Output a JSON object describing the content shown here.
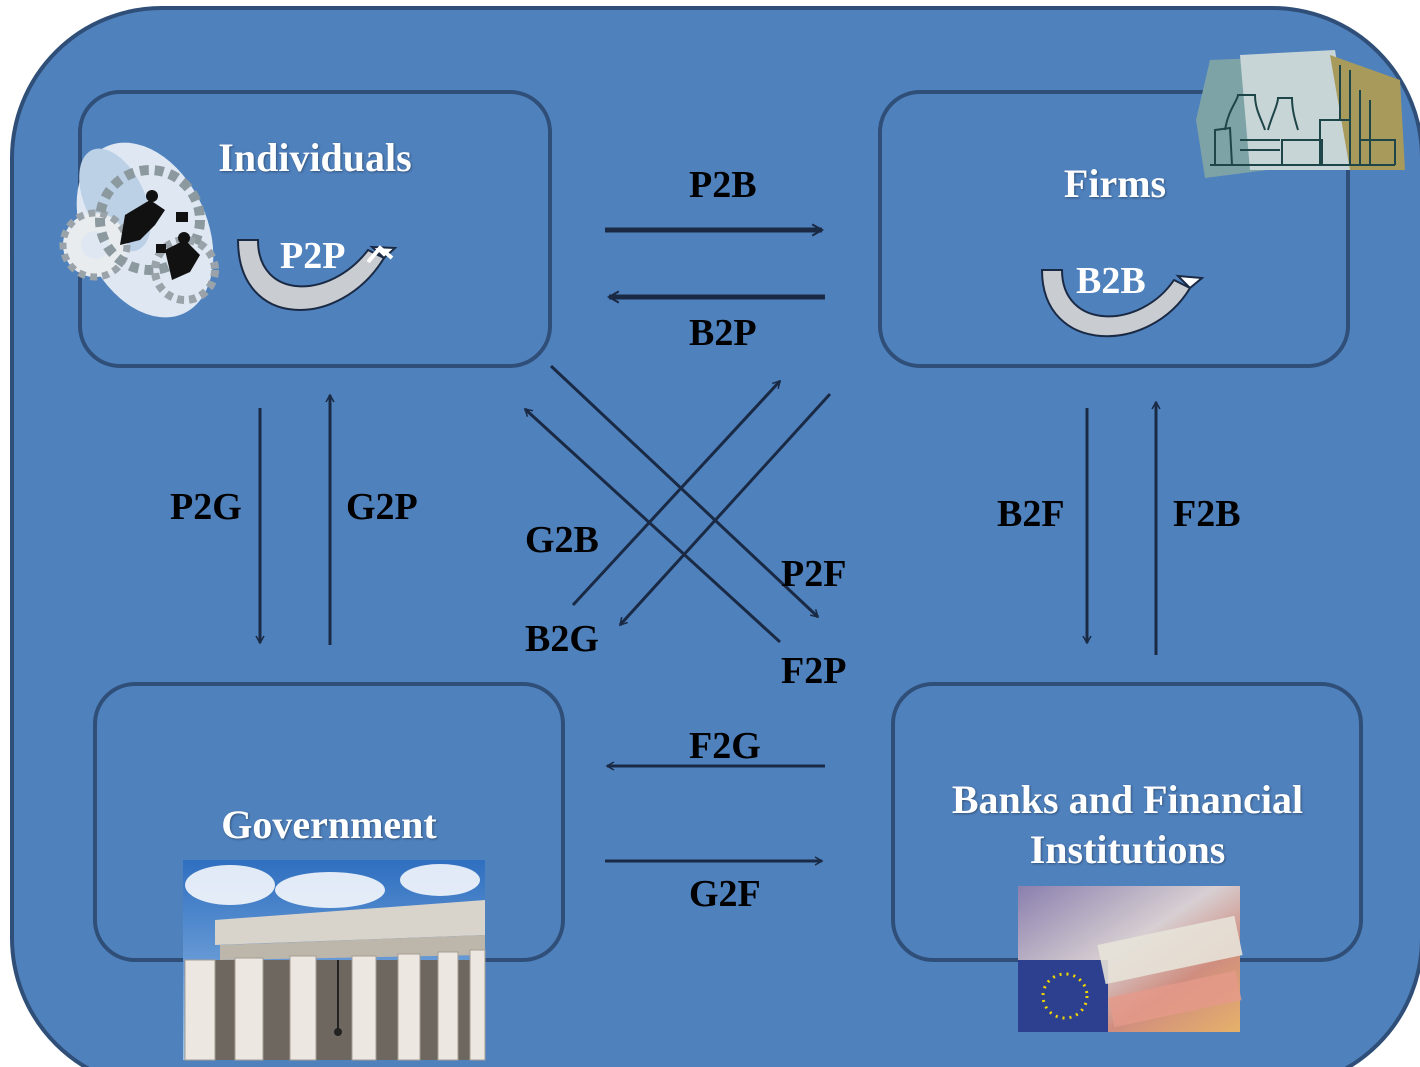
{
  "diagram": {
    "colors": {
      "background": "#4f81bd",
      "border": "#2f4f78",
      "arrow": "#1a2a44",
      "text": "#ffffff",
      "label": "#000000"
    },
    "nodes": {
      "individuals": {
        "title": "Individuals",
        "loop": "P2P",
        "image_icon": "business-people-gears-icon"
      },
      "firms": {
        "title": "Firms",
        "loop": "B2B",
        "image_icon": "factory-icon"
      },
      "government": {
        "title": "Government",
        "image_icon": "government-building-photo"
      },
      "banks": {
        "title_line1": "Banks and Financial",
        "title_line2": "Institutions",
        "image_icon": "euro-banknotes-photo"
      }
    },
    "flows": {
      "p2b": "P2B",
      "b2p": "B2P",
      "p2g": "P2G",
      "g2p": "G2P",
      "b2f": "B2F",
      "f2b": "F2B",
      "g2b": "G2B",
      "b2g": "B2G",
      "p2f": "P2F",
      "f2p": "F2P",
      "f2g": "F2G",
      "g2f": "G2F"
    }
  }
}
